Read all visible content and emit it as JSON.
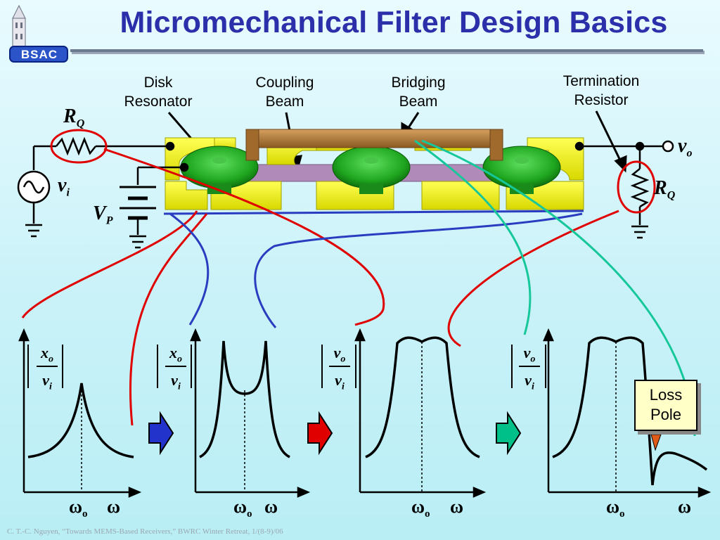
{
  "title": "Micromechanical Filter Design Basics",
  "logo": {
    "text": "BSAC"
  },
  "labels": {
    "disk_line1": "Disk",
    "disk_line2": "Resonator",
    "coupling_line1": "Coupling",
    "coupling_line2": "Beam",
    "bridging_line1": "Bridging",
    "bridging_line2": "Beam",
    "termination_line1": "Termination",
    "termination_line2": "Resistor"
  },
  "symbols": {
    "rq_left": {
      "main": "R",
      "sub": "Q"
    },
    "rq_right": {
      "main": "R",
      "sub": "Q"
    },
    "vi": {
      "main": "v",
      "sub": "i"
    },
    "vp": {
      "main": "V",
      "sub": "P"
    },
    "vo": {
      "main": "v",
      "sub": "o"
    }
  },
  "plots": [
    {
      "ratio_num_main": "x",
      "ratio_num_sub": "o",
      "ratio_den_main": "v",
      "ratio_den_sub": "i",
      "omega0": "ω",
      "omega0_sub": "o",
      "omega": "ω",
      "arrow_color": "#2233cc"
    },
    {
      "ratio_num_main": "x",
      "ratio_num_sub": "o",
      "ratio_den_main": "v",
      "ratio_den_sub": "i",
      "omega0": "ω",
      "omega0_sub": "o",
      "omega": "ω",
      "arrow_color": "#e00000"
    },
    {
      "ratio_num_main": "v",
      "ratio_num_sub": "o",
      "ratio_den_main": "v",
      "ratio_den_sub": "i",
      "omega0": "ω",
      "omega0_sub": "o",
      "omega": "ω",
      "arrow_color": "#00c08a"
    },
    {
      "ratio_num_main": "v",
      "ratio_num_sub": "o",
      "ratio_den_main": "v",
      "ratio_den_sub": "i",
      "omega0": "ω",
      "omega0_sub": "o",
      "omega": "ω",
      "arrow_color": ""
    }
  ],
  "loss_pole": {
    "line1": "Loss",
    "line2": "Pole"
  },
  "footer": "C. T.-C. Nguyen, “Towards MEMS-Based Receivers,” BWRC Winter Retreat, 1/(8-9)/06",
  "colors": {
    "title": "#2b2faa",
    "wire_red": "#e00000",
    "wire_blue": "#2a3cc0",
    "wire_teal": "#16c79a",
    "anchor_yellow": "#f2f200",
    "disk_green": "#1fa61f",
    "beam_brown": "#b07a3a",
    "coupling_purple": "#b08ab8"
  }
}
